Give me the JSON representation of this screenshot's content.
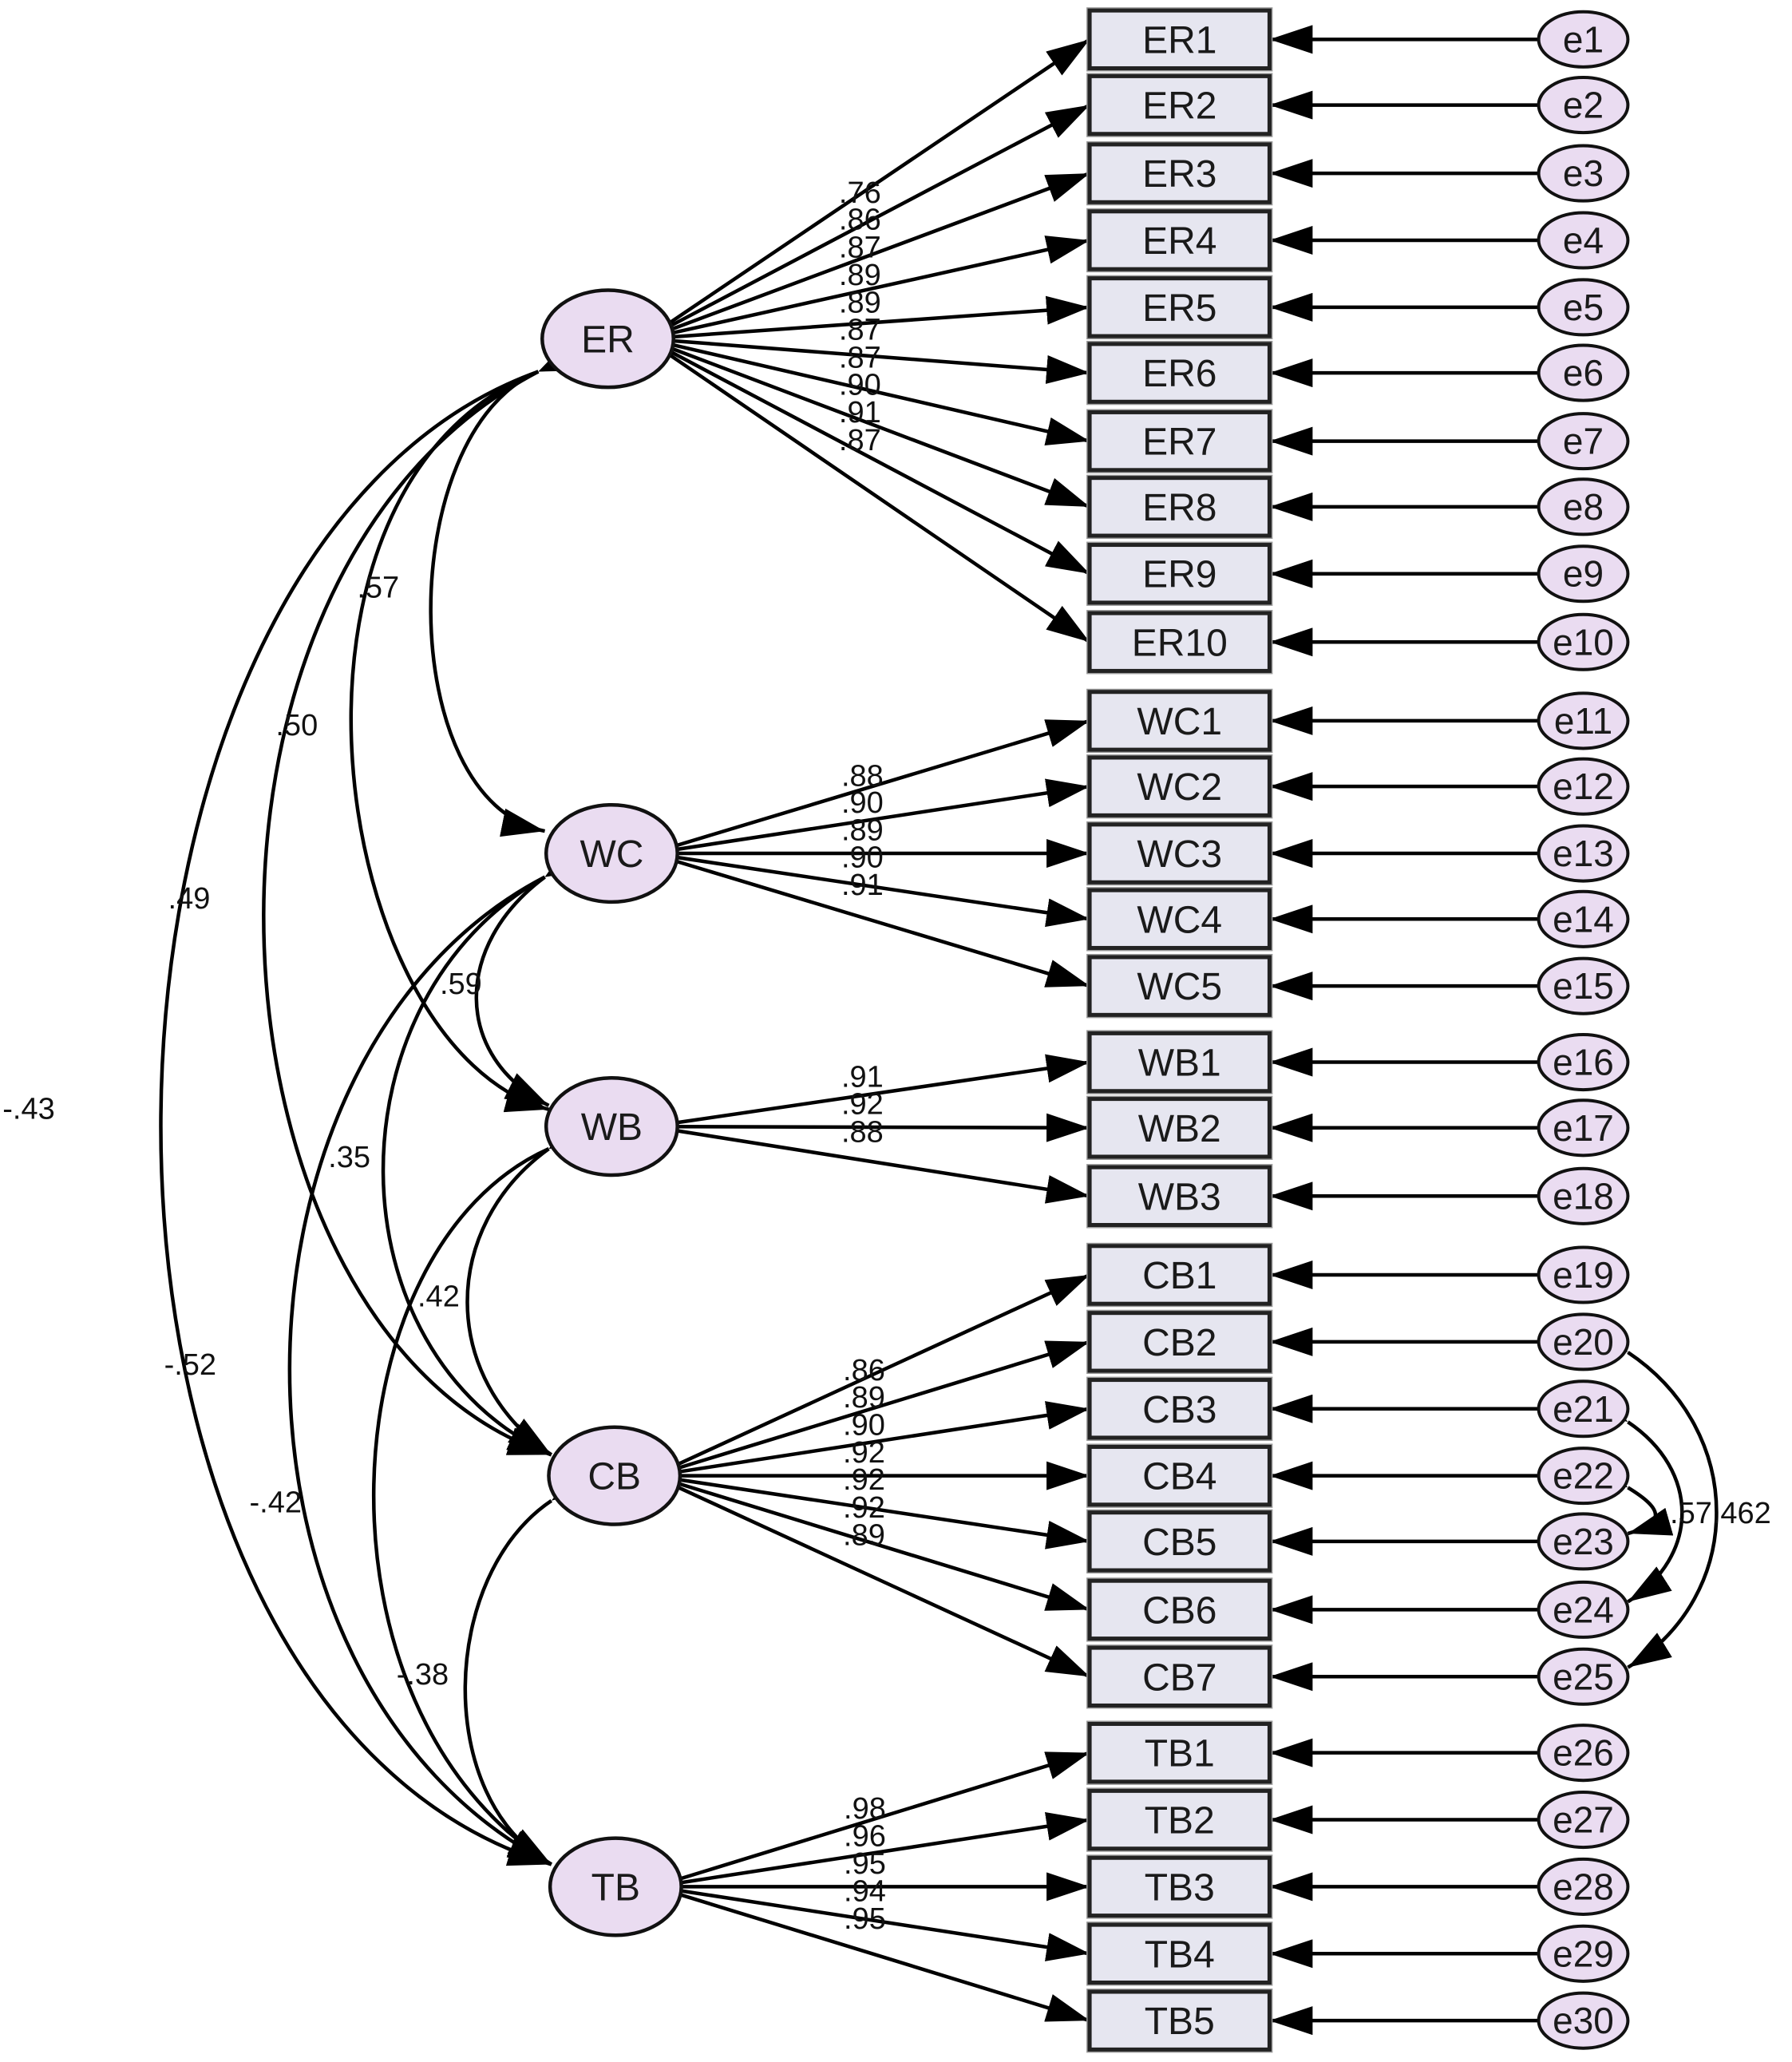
{
  "colors": {
    "indicator_fill": "#e6e6f0",
    "node_fill": "#eadcf1",
    "stroke": "#000000"
  },
  "latents": [
    {
      "id": "ER",
      "label": "ER"
    },
    {
      "id": "WC",
      "label": "WC"
    },
    {
      "id": "WB",
      "label": "WB"
    },
    {
      "id": "CB",
      "label": "CB"
    },
    {
      "id": "TB",
      "label": "TB"
    }
  ],
  "indicators": [
    {
      "label": "ER1",
      "error": "e1",
      "latent": "ER",
      "loading": ".76"
    },
    {
      "label": "ER2",
      "error": "e2",
      "latent": "ER",
      "loading": ".86"
    },
    {
      "label": "ER3",
      "error": "e3",
      "latent": "ER",
      "loading": ".87"
    },
    {
      "label": "ER4",
      "error": "e4",
      "latent": "ER",
      "loading": ".89"
    },
    {
      "label": "ER5",
      "error": "e5",
      "latent": "ER",
      "loading": ".89"
    },
    {
      "label": "ER6",
      "error": "e6",
      "latent": "ER",
      "loading": ".87"
    },
    {
      "label": "ER7",
      "error": "e7",
      "latent": "ER",
      "loading": ".87"
    },
    {
      "label": "ER8",
      "error": "e8",
      "latent": "ER",
      "loading": ".90"
    },
    {
      "label": "ER9",
      "error": "e9",
      "latent": "ER",
      "loading": ".91"
    },
    {
      "label": "ER10",
      "error": "e10",
      "latent": "ER",
      "loading": ".87"
    },
    {
      "label": "WC1",
      "error": "e11",
      "latent": "WC",
      "loading": ".88"
    },
    {
      "label": "WC2",
      "error": "e12",
      "latent": "WC",
      "loading": ".90"
    },
    {
      "label": "WC3",
      "error": "e13",
      "latent": "WC",
      "loading": ".89"
    },
    {
      "label": "WC4",
      "error": "e14",
      "latent": "WC",
      "loading": ".90"
    },
    {
      "label": "WC5",
      "error": "e15",
      "latent": "WC",
      "loading": ".91"
    },
    {
      "label": "WB1",
      "error": "e16",
      "latent": "WB",
      "loading": ".91"
    },
    {
      "label": "WB2",
      "error": "e17",
      "latent": "WB",
      "loading": ".92"
    },
    {
      "label": "WB3",
      "error": "e18",
      "latent": "WB",
      "loading": ".88"
    },
    {
      "label": "CB1",
      "error": "e19",
      "latent": "CB",
      "loading": ".86"
    },
    {
      "label": "CB2",
      "error": "e20",
      "latent": "CB",
      "loading": ".89"
    },
    {
      "label": "CB3",
      "error": "e21",
      "latent": "CB",
      "loading": ".90"
    },
    {
      "label": "CB4",
      "error": "e22",
      "latent": "CB",
      "loading": ".92"
    },
    {
      "label": "CB5",
      "error": "e23",
      "latent": "CB",
      "loading": ".92"
    },
    {
      "label": "CB6",
      "error": "e24",
      "latent": "CB",
      "loading": ".92"
    },
    {
      "label": "CB7",
      "error": "e25",
      "latent": "CB",
      "loading": ".89"
    },
    {
      "label": "TB1",
      "error": "e26",
      "latent": "TB",
      "loading": ".98"
    },
    {
      "label": "TB2",
      "error": "e27",
      "latent": "TB",
      "loading": ".96"
    },
    {
      "label": "TB3",
      "error": "e28",
      "latent": "TB",
      "loading": ".95"
    },
    {
      "label": "TB4",
      "error": "e29",
      "latent": "TB",
      "loading": ".94"
    },
    {
      "label": "TB5",
      "error": "e30",
      "latent": "TB",
      "loading": ".95"
    }
  ],
  "correlations": [
    {
      "from": "ER",
      "to": "WC",
      "value": ".57"
    },
    {
      "from": "ER",
      "to": "WB",
      "value": ".50"
    },
    {
      "from": "ER",
      "to": "CB",
      "value": ".49"
    },
    {
      "from": "ER",
      "to": "TB",
      "value": "-.43"
    },
    {
      "from": "WC",
      "to": "WB",
      "value": ".59"
    },
    {
      "from": "WC",
      "to": "CB",
      "value": ".35"
    },
    {
      "from": "WC",
      "to": "TB",
      "value": "-.52"
    },
    {
      "from": "WB",
      "to": "CB",
      "value": ".42"
    },
    {
      "from": "WB",
      "to": "TB",
      "value": "-.42"
    },
    {
      "from": "CB",
      "to": "TB",
      "value": "-.38"
    }
  ],
  "error_covariances": [
    {
      "from": "e20",
      "to": "e25"
    },
    {
      "from": "e21",
      "to": "e24"
    },
    {
      "from": "e22",
      "to": "e23"
    }
  ],
  "error_covariance_label": ".57.462"
}
